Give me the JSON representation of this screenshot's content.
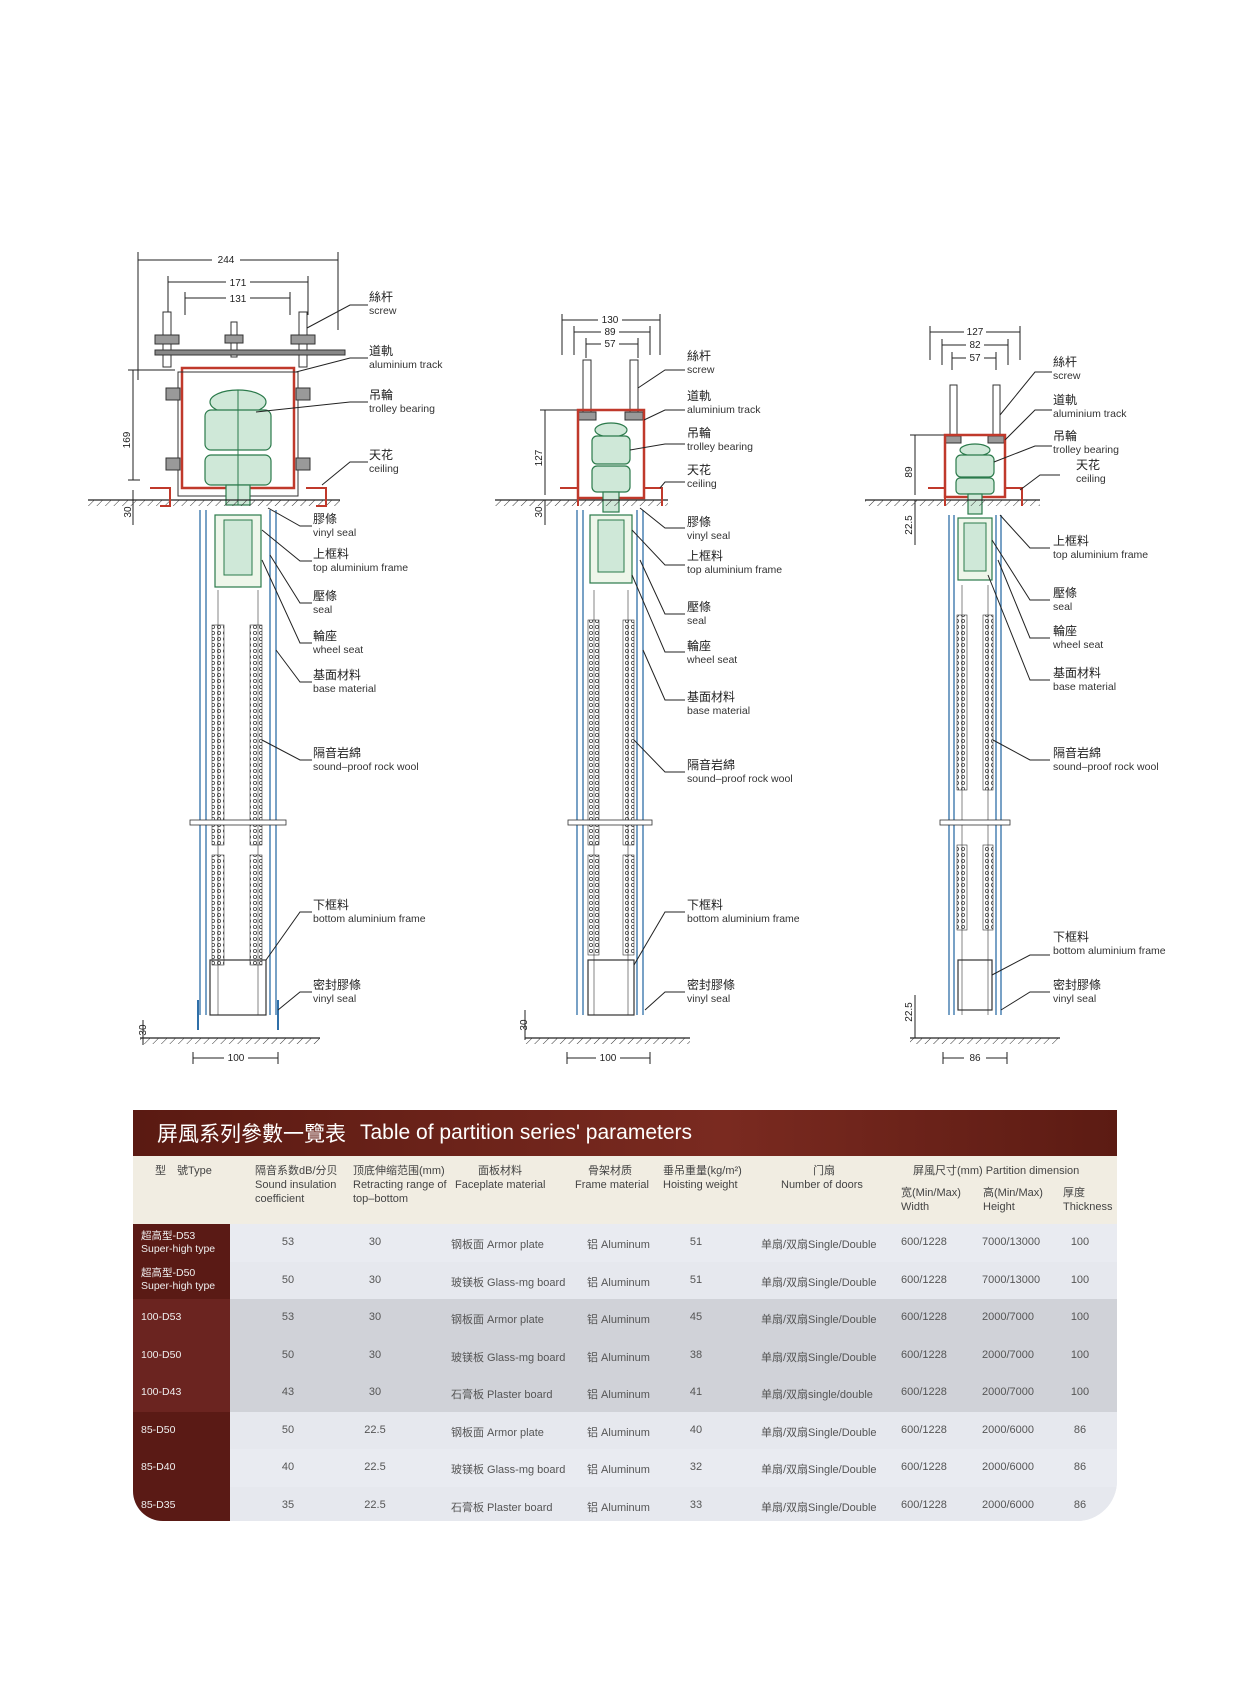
{
  "sections": [
    {
      "dims_top": [
        "244",
        "171",
        "131"
      ],
      "dim_height": "169",
      "dim_ceiling": "30",
      "dim_floor": "30",
      "dim_width": "100",
      "labels": [
        {
          "zh": "絲杆",
          "en": "screw"
        },
        {
          "zh": "道軌",
          "en": "aluminium track"
        },
        {
          "zh": "吊輪",
          "en": "trolley bearing"
        },
        {
          "zh": "天花",
          "en": "ceiling"
        },
        {
          "zh": "膠條",
          "en": "vinyl seal"
        },
        {
          "zh": "上框料",
          "en": "top aluminium frame"
        },
        {
          "zh": "壓條",
          "en": "seal"
        },
        {
          "zh": "輪座",
          "en": "wheel seat"
        },
        {
          "zh": "基面材料",
          "en": "base material"
        },
        {
          "zh": "隔音岩綿",
          "en": "sound–proof rock wool"
        },
        {
          "zh": "下框料",
          "en": "bottom aluminium frame"
        },
        {
          "zh": "密封膠條",
          "en": "vinyl seal"
        }
      ]
    },
    {
      "dims_top": [
        "130",
        "89",
        "57"
      ],
      "dim_height": "127",
      "dim_ceiling": "30",
      "dim_floor": "30",
      "dim_width": "100",
      "labels": [
        {
          "zh": "絲杆",
          "en": "screw"
        },
        {
          "zh": "道軌",
          "en": "aluminium track"
        },
        {
          "zh": "吊輪",
          "en": "trolley bearing"
        },
        {
          "zh": "天花",
          "en": "ceiling"
        },
        {
          "zh": "膠條",
          "en": "vinyl seal"
        },
        {
          "zh": "上框料",
          "en": "top aluminium frame"
        },
        {
          "zh": "壓條",
          "en": "seal"
        },
        {
          "zh": "輪座",
          "en": "wheel seat"
        },
        {
          "zh": "基面材料",
          "en": "base material"
        },
        {
          "zh": "隔音岩綿",
          "en": "sound–proof rock wool"
        },
        {
          "zh": "下框料",
          "en": "bottom aluminium frame"
        },
        {
          "zh": "密封膠條",
          "en": "vinyl seal"
        }
      ]
    },
    {
      "dims_top": [
        "127",
        "82",
        "57"
      ],
      "dim_height": "89",
      "dim_ceiling": "22.5",
      "dim_floor": "22.5",
      "dim_width": "86",
      "labels": [
        {
          "zh": "絲杆",
          "en": "screw"
        },
        {
          "zh": "道軌",
          "en": "aluminium track"
        },
        {
          "zh": "吊輪",
          "en": "trolley bearing"
        },
        {
          "zh": "天花",
          "en": "ceiling"
        },
        {
          "zh": "上框料",
          "en": "top aluminium frame"
        },
        {
          "zh": "壓條",
          "en": "seal"
        },
        {
          "zh": "輪座",
          "en": "wheel seat"
        },
        {
          "zh": "基面材料",
          "en": "base material"
        },
        {
          "zh": "隔音岩綿",
          "en": "sound–proof rock wool"
        },
        {
          "zh": "下框料",
          "en": "bottom aluminium frame"
        },
        {
          "zh": "密封膠條",
          "en": "vinyl seal"
        }
      ]
    }
  ],
  "table": {
    "title_zh": "屏風系列參數一覽表",
    "title_en": "Table of partition series' parameters",
    "headers": {
      "type": "型　號Type",
      "sound_zh": "隔音系数dB/分贝",
      "sound_en": "Sound insulation coefficient",
      "retract_zh": "顶底伸缩范围(mm)",
      "retract_en": "Retracting range of top–bottom",
      "face_zh": "面板材料",
      "face_en": "Faceplate material",
      "frame_zh": "骨架材质",
      "frame_en": "Frame material",
      "weight_zh": "垂吊重量(kg/m²)",
      "weight_en": "Hoisting weight",
      "doors_zh": "门扇",
      "doors_en": "Number of doors",
      "dim_zh": "屏風尺寸(mm) Partition dimension",
      "width": "宽(Min/Max) Width",
      "height": "高(Min/Max) Height",
      "thick": "厚度 Thickness"
    },
    "rows": [
      {
        "type1": "超高型-D53",
        "type2": "Super-high type",
        "sound": "53",
        "retract": "30",
        "face": "钢板面 Armor plate",
        "frame": "铝 Aluminum",
        "weight": "51",
        "doors": "单扇/双扇Single/Double",
        "width": "600/1228",
        "height": "7000/13000",
        "thick": "100"
      },
      {
        "type1": "超高型-D50",
        "type2": "Super-high type",
        "sound": "50",
        "retract": "30",
        "face": "玻镁板 Glass-mg board",
        "frame": "铝 Aluminum",
        "weight": "51",
        "doors": "单扇/双扇Single/Double",
        "width": "600/1228",
        "height": "7000/13000",
        "thick": "100"
      },
      {
        "type1": "100-D53",
        "type2": "",
        "sound": "53",
        "retract": "30",
        "face": "钢板面 Armor plate",
        "frame": "铝 Aluminum",
        "weight": "45",
        "doors": "单扇/双扇Single/Double",
        "width": "600/1228",
        "height": "2000/7000",
        "thick": "100"
      },
      {
        "type1": "100-D50",
        "type2": "",
        "sound": "50",
        "retract": "30",
        "face": "玻镁板 Glass-mg board",
        "frame": "铝 Aluminum",
        "weight": "38",
        "doors": "单扇/双扇Single/Double",
        "width": "600/1228",
        "height": "2000/7000",
        "thick": "100"
      },
      {
        "type1": "100-D43",
        "type2": "",
        "sound": "43",
        "retract": "30",
        "face": "石膏板 Plaster board",
        "frame": "铝 Aluminum",
        "weight": "41",
        "doors": "单扇/双扇single/double",
        "width": "600/1228",
        "height": "2000/7000",
        "thick": "100"
      },
      {
        "type1": "85-D50",
        "type2": "",
        "sound": "50",
        "retract": "22.5",
        "face": "钢板面 Armor plate",
        "frame": "铝 Aluminum",
        "weight": "40",
        "doors": "单扇/双扇Single/Double",
        "width": "600/1228",
        "height": "2000/6000",
        "thick": "86"
      },
      {
        "type1": "85-D40",
        "type2": "",
        "sound": "40",
        "retract": "22.5",
        "face": "玻镁板 Glass-mg board",
        "frame": "铝 Aluminum",
        "weight": "32",
        "doors": "单扇/双扇Single/Double",
        "width": "600/1228",
        "height": "2000/6000",
        "thick": "86"
      },
      {
        "type1": "85-D35",
        "type2": "",
        "sound": "35",
        "retract": "22.5",
        "face": "石膏板 Plaster board",
        "frame": "铝 Aluminum",
        "weight": "33",
        "doors": "单扇/双扇Single/Double",
        "width": "600/1228",
        "height": "2000/6000",
        "thick": "86"
      }
    ]
  }
}
